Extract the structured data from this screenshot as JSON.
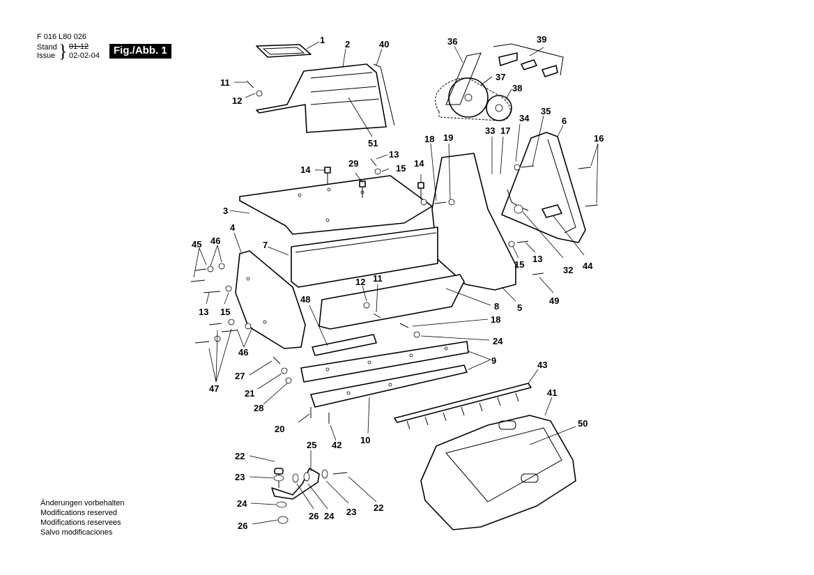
{
  "header": {
    "doc_number": "F 016 L80 026",
    "stand_label": "Stand",
    "issue_label": "Issue",
    "stand_value": "01-12",
    "issue_value": "02-02-04",
    "figure_label": "Fig./Abb. 1"
  },
  "notes": [
    "Änderungen vorbehalten",
    "Modifications reserved",
    "Modifications reservees",
    "Salvo modificaciones"
  ],
  "callouts": {
    "c1": "1",
    "c2": "2",
    "c40": "40",
    "c11a": "11",
    "c12a": "12",
    "c51": "51",
    "c36": "36",
    "c39": "39",
    "c37": "37",
    "c38": "38",
    "c34": "34",
    "c35": "35",
    "c6": "6",
    "c33": "33",
    "c17": "17",
    "c16": "16",
    "c18a": "18",
    "c19": "19",
    "c13a": "13",
    "c14a": "14",
    "c29": "29",
    "c15a": "15",
    "c14b": "14",
    "c3": "3",
    "c4": "4",
    "c7": "7",
    "c45": "45",
    "c46a": "46",
    "c15b": "15",
    "c13b": "13",
    "c32": "32",
    "c44": "44",
    "c5": "5",
    "c49": "49",
    "c13c": "13",
    "c15c": "15",
    "c12b": "12",
    "c11b": "11",
    "c48": "48",
    "c8": "8",
    "c18b": "18",
    "c24a": "24",
    "c46b": "46",
    "c47": "47",
    "c9": "9",
    "c27": "27",
    "c21": "21",
    "c28": "28",
    "c43": "43",
    "c41": "41",
    "c50": "50",
    "c20": "20",
    "c42": "42",
    "c10": "10",
    "c25": "25",
    "c22a": "22",
    "c23a": "23",
    "c24b": "24",
    "c26a": "26",
    "c26b": "26",
    "c24c": "24",
    "c23b": "23",
    "c22b": "22"
  }
}
